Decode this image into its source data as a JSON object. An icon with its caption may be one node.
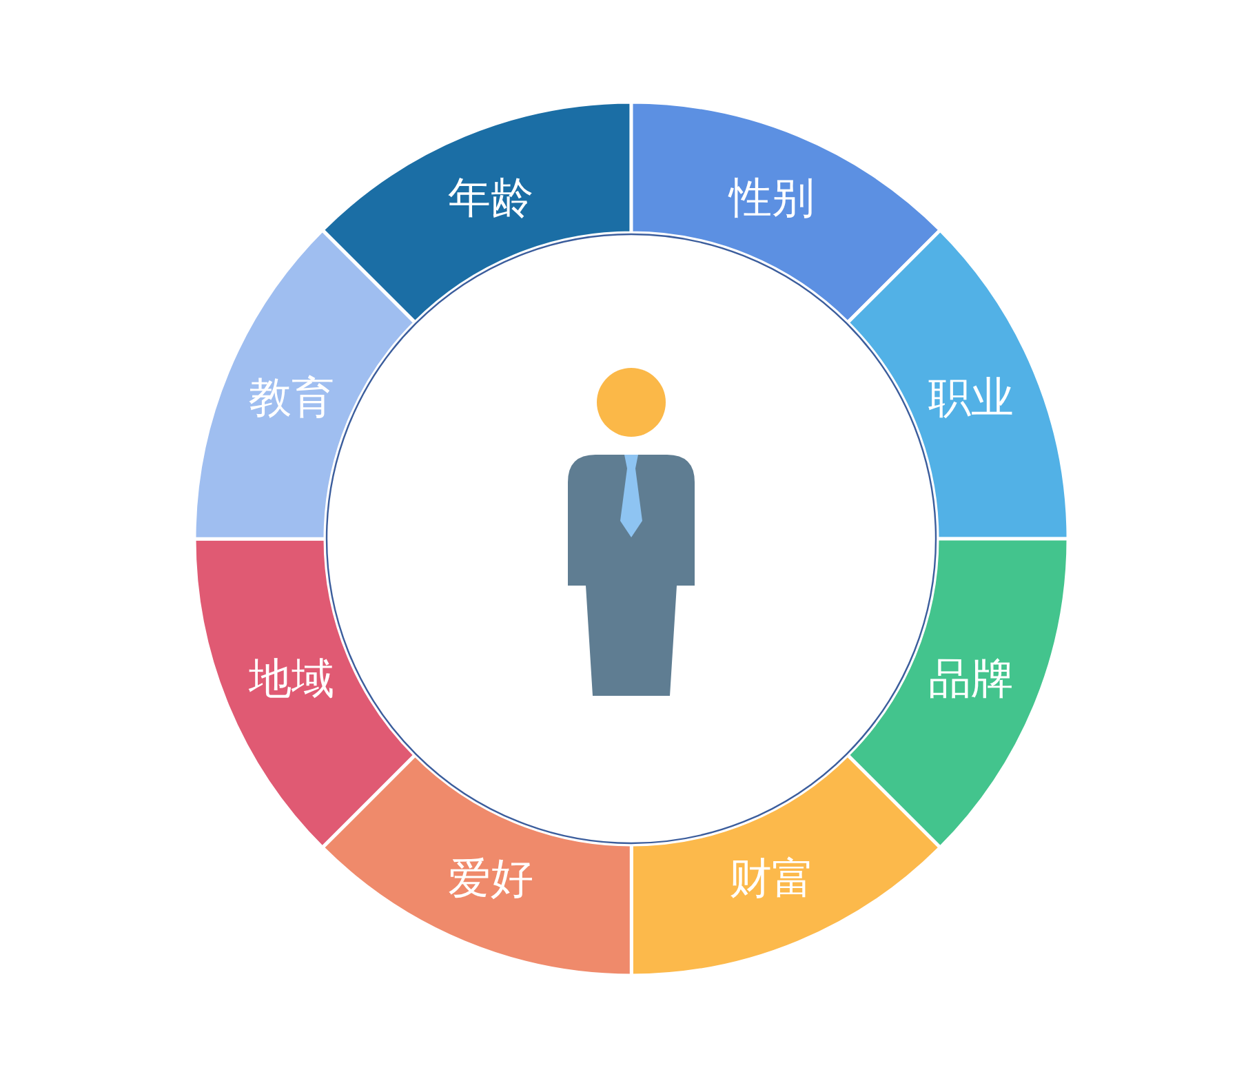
{
  "diagram": {
    "nodes": [
      {
        "text": [
          "年龄"
        ]
      },
      {
        "text": [
          "性别"
        ]
      },
      {
        "text": [
          "职业"
        ]
      },
      {
        "text": [
          "品牌"
        ]
      },
      {
        "text": [
          "财富"
        ]
      },
      {
        "text": [
          "爱好"
        ]
      },
      {
        "text": [
          "地域"
        ]
      },
      {
        "text": [
          "教育"
        ]
      }
    ]
  }
}
